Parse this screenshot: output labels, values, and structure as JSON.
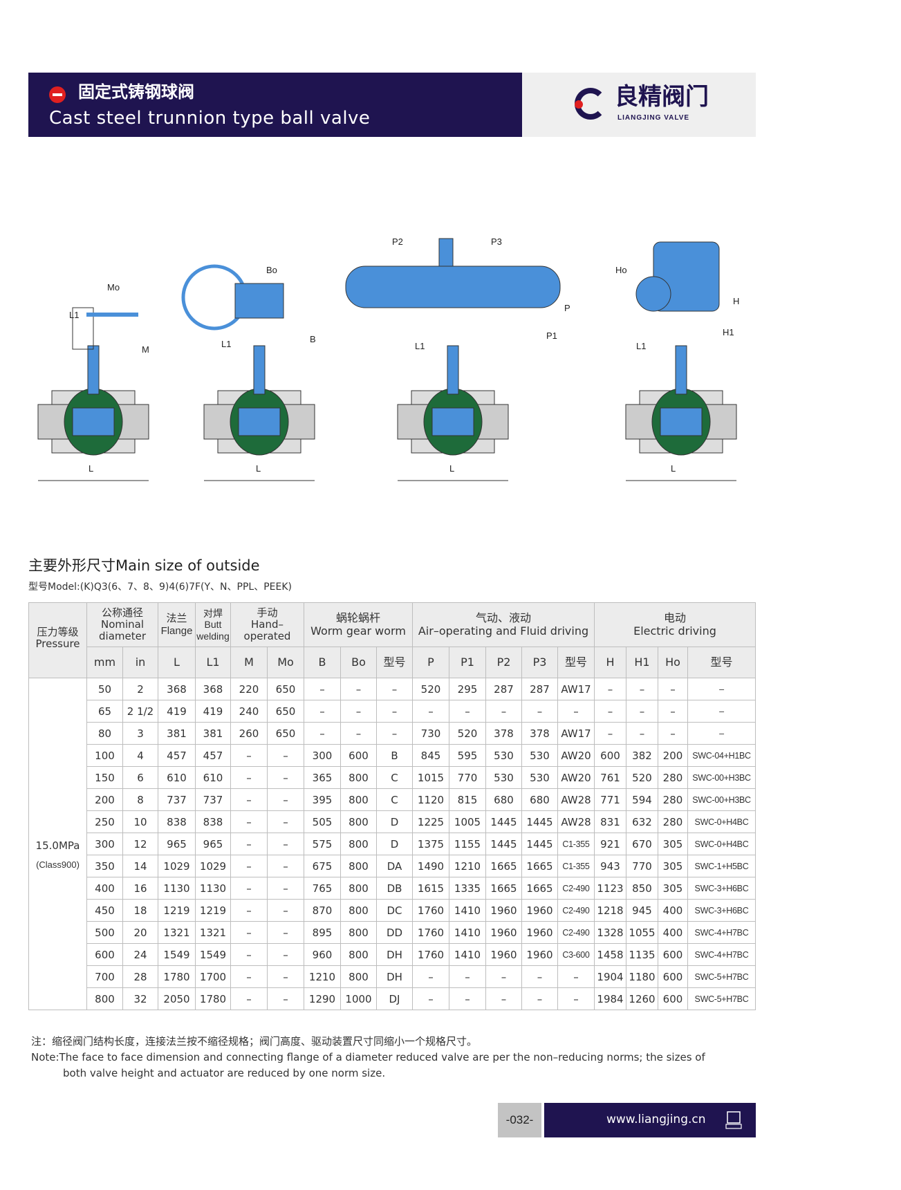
{
  "header": {
    "title_cn": "固定式铸钢球阀",
    "title_en": "Cast steel trunnion type ball valve",
    "logo_cn": "良精阀门",
    "logo_en": "LIANGJING VALVE"
  },
  "drawings": {
    "labels": [
      "L1",
      "Mo",
      "M",
      "L",
      "Bo",
      "L1",
      "B",
      "L",
      "P2",
      "P3",
      "P",
      "P1",
      "L1",
      "L",
      "Ho",
      "H",
      "H1",
      "L1",
      "L"
    ]
  },
  "section": {
    "title": "主要外形尺寸Main size of outside",
    "model": "型号Model:(K)Q3(6、7、8、9)4(6)7F(Y、N、PPL、PEEK)"
  },
  "table": {
    "groups": {
      "pressure": "压力等级\nPressure",
      "nominal": "公称通径\nNominal\ndiameter",
      "flange": "法兰\nFlange",
      "butt": "对焊\nButt\nwelding",
      "hand": "手动\nHand–\noperated",
      "worm": "蜗轮蜗杆\nWorm gear worm",
      "air": "气动、液动\nAir–operating and Fluid driving",
      "electric": "电动\nElectric driving"
    },
    "columns": [
      "mm",
      "in",
      "L",
      "L1",
      "M",
      "Mo",
      "B",
      "Bo",
      "型号",
      "P",
      "P1",
      "P2",
      "P3",
      "型号",
      "H",
      "H1",
      "Ho",
      "型号"
    ],
    "pressure_value": "15.0MPa",
    "pressure_class": "(Class900)",
    "rows": [
      [
        "50",
        "2",
        "368",
        "368",
        "220",
        "650",
        "–",
        "–",
        "–",
        "520",
        "295",
        "287",
        "287",
        "AW17",
        "–",
        "–",
        "–",
        "–"
      ],
      [
        "65",
        "2 1/2",
        "419",
        "419",
        "240",
        "650",
        "–",
        "–",
        "–",
        "–",
        "–",
        "–",
        "–",
        "–",
        "–",
        "–",
        "–",
        "–"
      ],
      [
        "80",
        "3",
        "381",
        "381",
        "260",
        "650",
        "–",
        "–",
        "–",
        "730",
        "520",
        "378",
        "378",
        "AW17",
        "–",
        "–",
        "–",
        "–"
      ],
      [
        "100",
        "4",
        "457",
        "457",
        "–",
        "–",
        "300",
        "600",
        "B",
        "845",
        "595",
        "530",
        "530",
        "AW20",
        "600",
        "382",
        "200",
        "SWC-04+H1BC"
      ],
      [
        "150",
        "6",
        "610",
        "610",
        "–",
        "–",
        "365",
        "800",
        "C",
        "1015",
        "770",
        "530",
        "530",
        "AW20",
        "761",
        "520",
        "280",
        "SWC-00+H3BC"
      ],
      [
        "200",
        "8",
        "737",
        "737",
        "–",
        "–",
        "395",
        "800",
        "C",
        "1120",
        "815",
        "680",
        "680",
        "AW28",
        "771",
        "594",
        "280",
        "SWC-00+H3BC"
      ],
      [
        "250",
        "10",
        "838",
        "838",
        "–",
        "–",
        "505",
        "800",
        "D",
        "1225",
        "1005",
        "1445",
        "1445",
        "AW28",
        "831",
        "632",
        "280",
        "SWC-0+H4BC"
      ],
      [
        "300",
        "12",
        "965",
        "965",
        "–",
        "–",
        "575",
        "800",
        "D",
        "1375",
        "1155",
        "1445",
        "1445",
        "C1-355",
        "921",
        "670",
        "305",
        "SWC-0+H4BC"
      ],
      [
        "350",
        "14",
        "1029",
        "1029",
        "–",
        "–",
        "675",
        "800",
        "DA",
        "1490",
        "1210",
        "1665",
        "1665",
        "C1-355",
        "943",
        "770",
        "305",
        "SWC-1+H5BC"
      ],
      [
        "400",
        "16",
        "1130",
        "1130",
        "–",
        "–",
        "765",
        "800",
        "DB",
        "1615",
        "1335",
        "1665",
        "1665",
        "C2-490",
        "1123",
        "850",
        "305",
        "SWC-3+H6BC"
      ],
      [
        "450",
        "18",
        "1219",
        "1219",
        "–",
        "–",
        "870",
        "800",
        "DC",
        "1760",
        "1410",
        "1960",
        "1960",
        "C2-490",
        "1218",
        "945",
        "400",
        "SWC-3+H6BC"
      ],
      [
        "500",
        "20",
        "1321",
        "1321",
        "–",
        "–",
        "895",
        "800",
        "DD",
        "1760",
        "1410",
        "1960",
        "1960",
        "C2-490",
        "1328",
        "1055",
        "400",
        "SWC-4+H7BC"
      ],
      [
        "600",
        "24",
        "1549",
        "1549",
        "–",
        "–",
        "960",
        "800",
        "DH",
        "1760",
        "1410",
        "1960",
        "1960",
        "C3-600",
        "1458",
        "1135",
        "600",
        "SWC-4+H7BC"
      ],
      [
        "700",
        "28",
        "1780",
        "1700",
        "–",
        "–",
        "1210",
        "800",
        "DH",
        "–",
        "–",
        "–",
        "–",
        "–",
        "1904",
        "1180",
        "600",
        "SWC-5+H7BC"
      ],
      [
        "800",
        "32",
        "2050",
        "1780",
        "–",
        "–",
        "1290",
        "1000",
        "DJ",
        "–",
        "–",
        "–",
        "–",
        "–",
        "1984",
        "1260",
        "600",
        "SWC-5+H7BC"
      ]
    ]
  },
  "notes": {
    "cn": "注：缩径阀门结构长度，连接法兰按不缩径规格；阀门高度、驱动装置尺寸同缩小一个规格尺寸。",
    "en1": "Note:The face to face dimension and connecting flange of a diameter reduced valve are per the non–reducing norms; the sizes of",
    "en2": "both valve height and actuator are reduced by one norm size."
  },
  "footer": {
    "page": "-032-",
    "url": "www.liangjing.cn"
  },
  "colors": {
    "navy": "#1f1450",
    "red": "#e02020",
    "valve_blue": "#4a90d9",
    "ball_green": "#1e6b3a"
  }
}
